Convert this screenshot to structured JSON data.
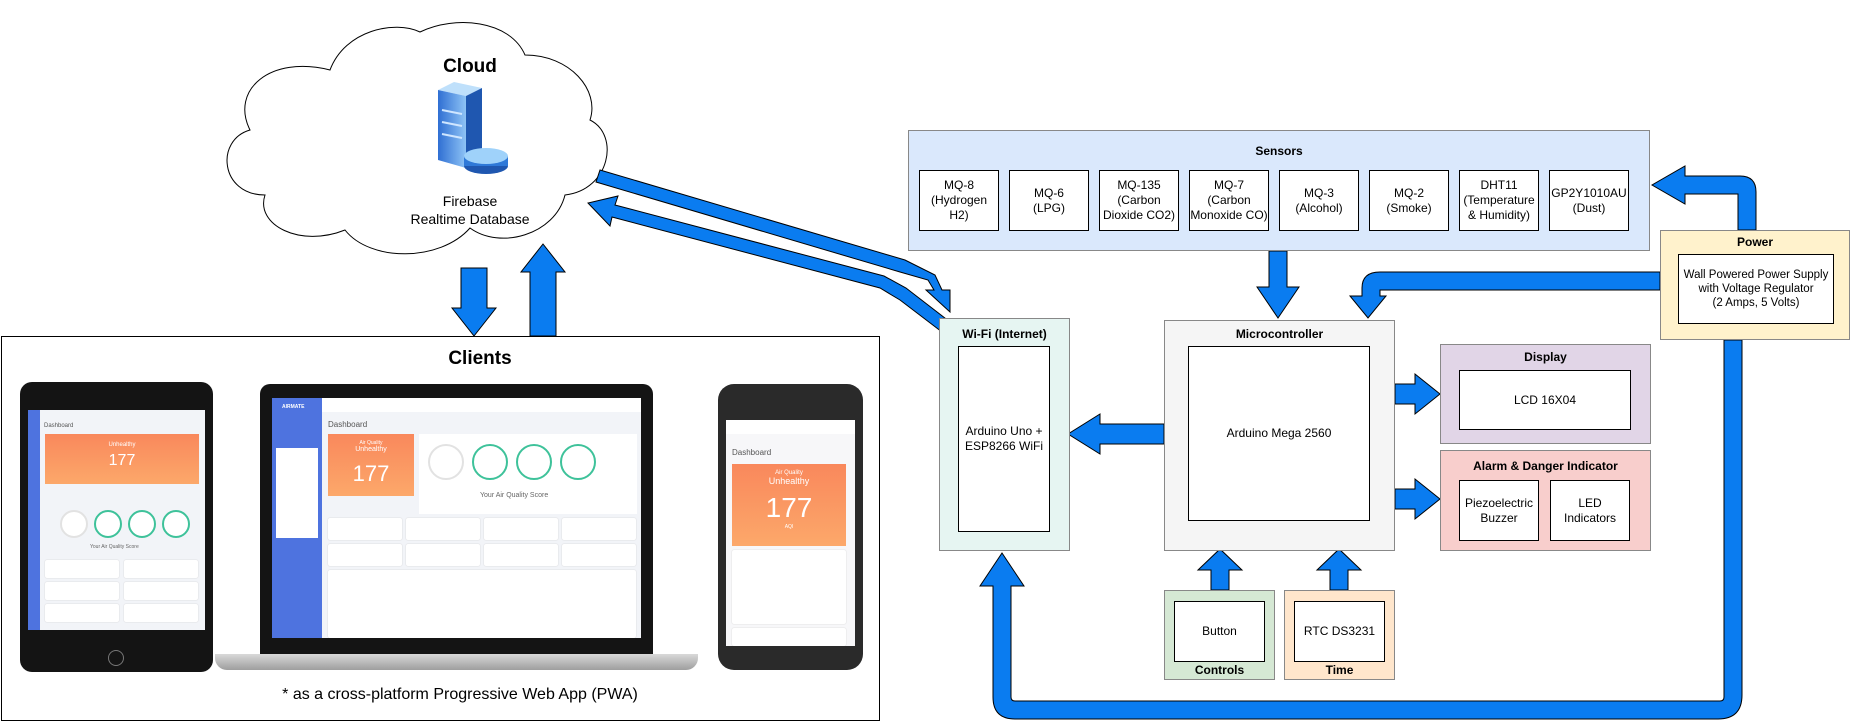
{
  "cloud": {
    "title": "Cloud",
    "database_label": "Firebase\nRealtime Database"
  },
  "clients": {
    "title": "Clients",
    "footnote": "* as a cross-platform Progressive Web App (PWA)",
    "dashboard": {
      "title": "Dashboard",
      "aq_label": "Air Quality",
      "aq_status": "Unhealthy",
      "aq_value": "177",
      "aq_unit": "AQI",
      "score_title": "Your Air Quality Score",
      "brand": "AIRMATE"
    }
  },
  "sensors": {
    "title": "Sensors",
    "items": [
      "MQ-8\n(Hydrogen\nH2)",
      "MQ-6\n(LPG)",
      "MQ-135\n(Carbon\nDioxide CO2)",
      "MQ-7\n(Carbon\nMonoxide CO)",
      "MQ-3\n(Alcohol)",
      "MQ-2\n(Smoke)",
      "DHT11\n(Temperature\n& Humidity)",
      "GP2Y1010AU\n(Dust)"
    ]
  },
  "power": {
    "title": "Power",
    "supply": "Wall Powered Power Supply\nwith Voltage Regulator\n(2 Amps, 5 Volts)"
  },
  "wifi": {
    "title": "Wi-Fi (Internet)",
    "module": "Arduino Uno +\nESP8266 WiFi"
  },
  "microcontroller": {
    "title": "Microcontroller",
    "board": "Arduino Mega 2560"
  },
  "display": {
    "title": "Display",
    "lcd": "LCD 16X04"
  },
  "alarm": {
    "title": "Alarm & Danger Indicator",
    "buzzer": "Piezoelectric\nBuzzer",
    "led": "LED\nIndicators"
  },
  "controls": {
    "title": "Controls",
    "button": "Button"
  },
  "time": {
    "title": "Time",
    "rtc": "RTC DS3231"
  },
  "colors": {
    "arrow": "#0a7cf0",
    "sensors_fill": "#dae8fc",
    "power_fill": "#fff2cc",
    "wifi_fill": "#e6f5f2",
    "micro_fill": "#f5f5f5",
    "display_fill": "#e1d5e7",
    "alarm_fill": "#f8cecc",
    "controls_fill": "#d5e8d4",
    "time_fill": "#ffe6cc"
  }
}
